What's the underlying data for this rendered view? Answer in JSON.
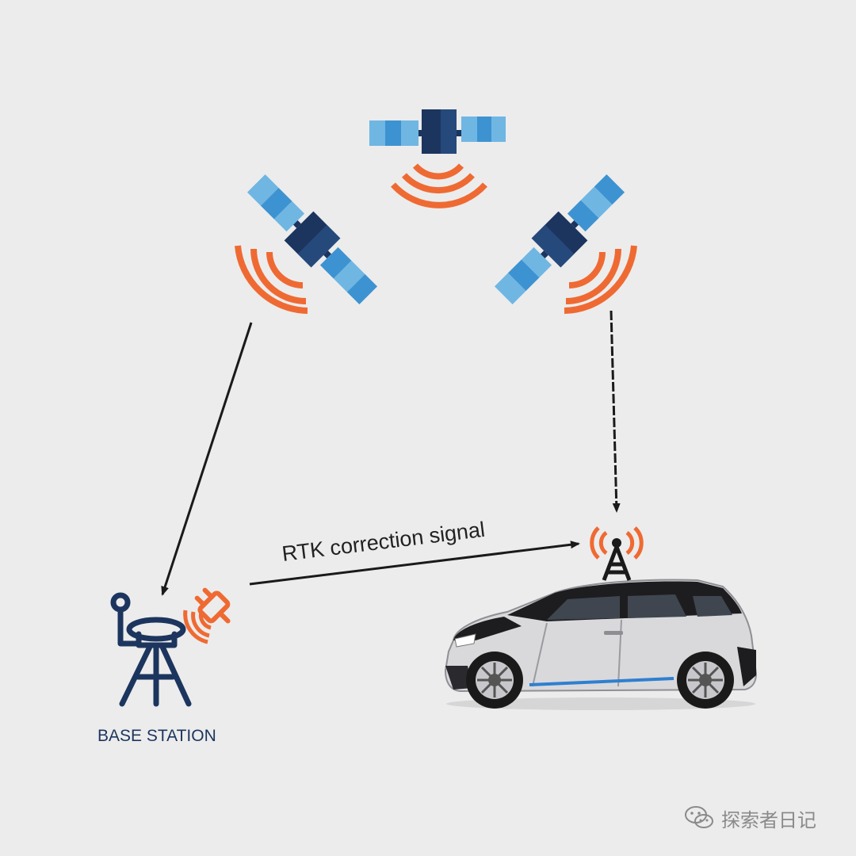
{
  "labels": {
    "rtk_signal": "RTK correction signal",
    "base_station": "BASE STATION"
  },
  "watermark": {
    "text": "探索者日记",
    "icon": "wechat-icon"
  },
  "icons": {
    "satellite": "satellite-icon",
    "radio_waves": "radio-waves-icon",
    "base_station": "base-station-icon",
    "transmitter": "plug-transmitter-icon",
    "antenna": "antenna-icon",
    "vehicle": "car-icon"
  },
  "colors": {
    "background": "#ececec",
    "satellite_body": "#1c355e",
    "solar_panel_light": "#5aa9dd",
    "solar_panel_dark": "#2f86c6",
    "signal": "#ef6a33",
    "arrow": "#1a1a1a",
    "base_station": "#1c355e",
    "label_text": "#222222"
  }
}
